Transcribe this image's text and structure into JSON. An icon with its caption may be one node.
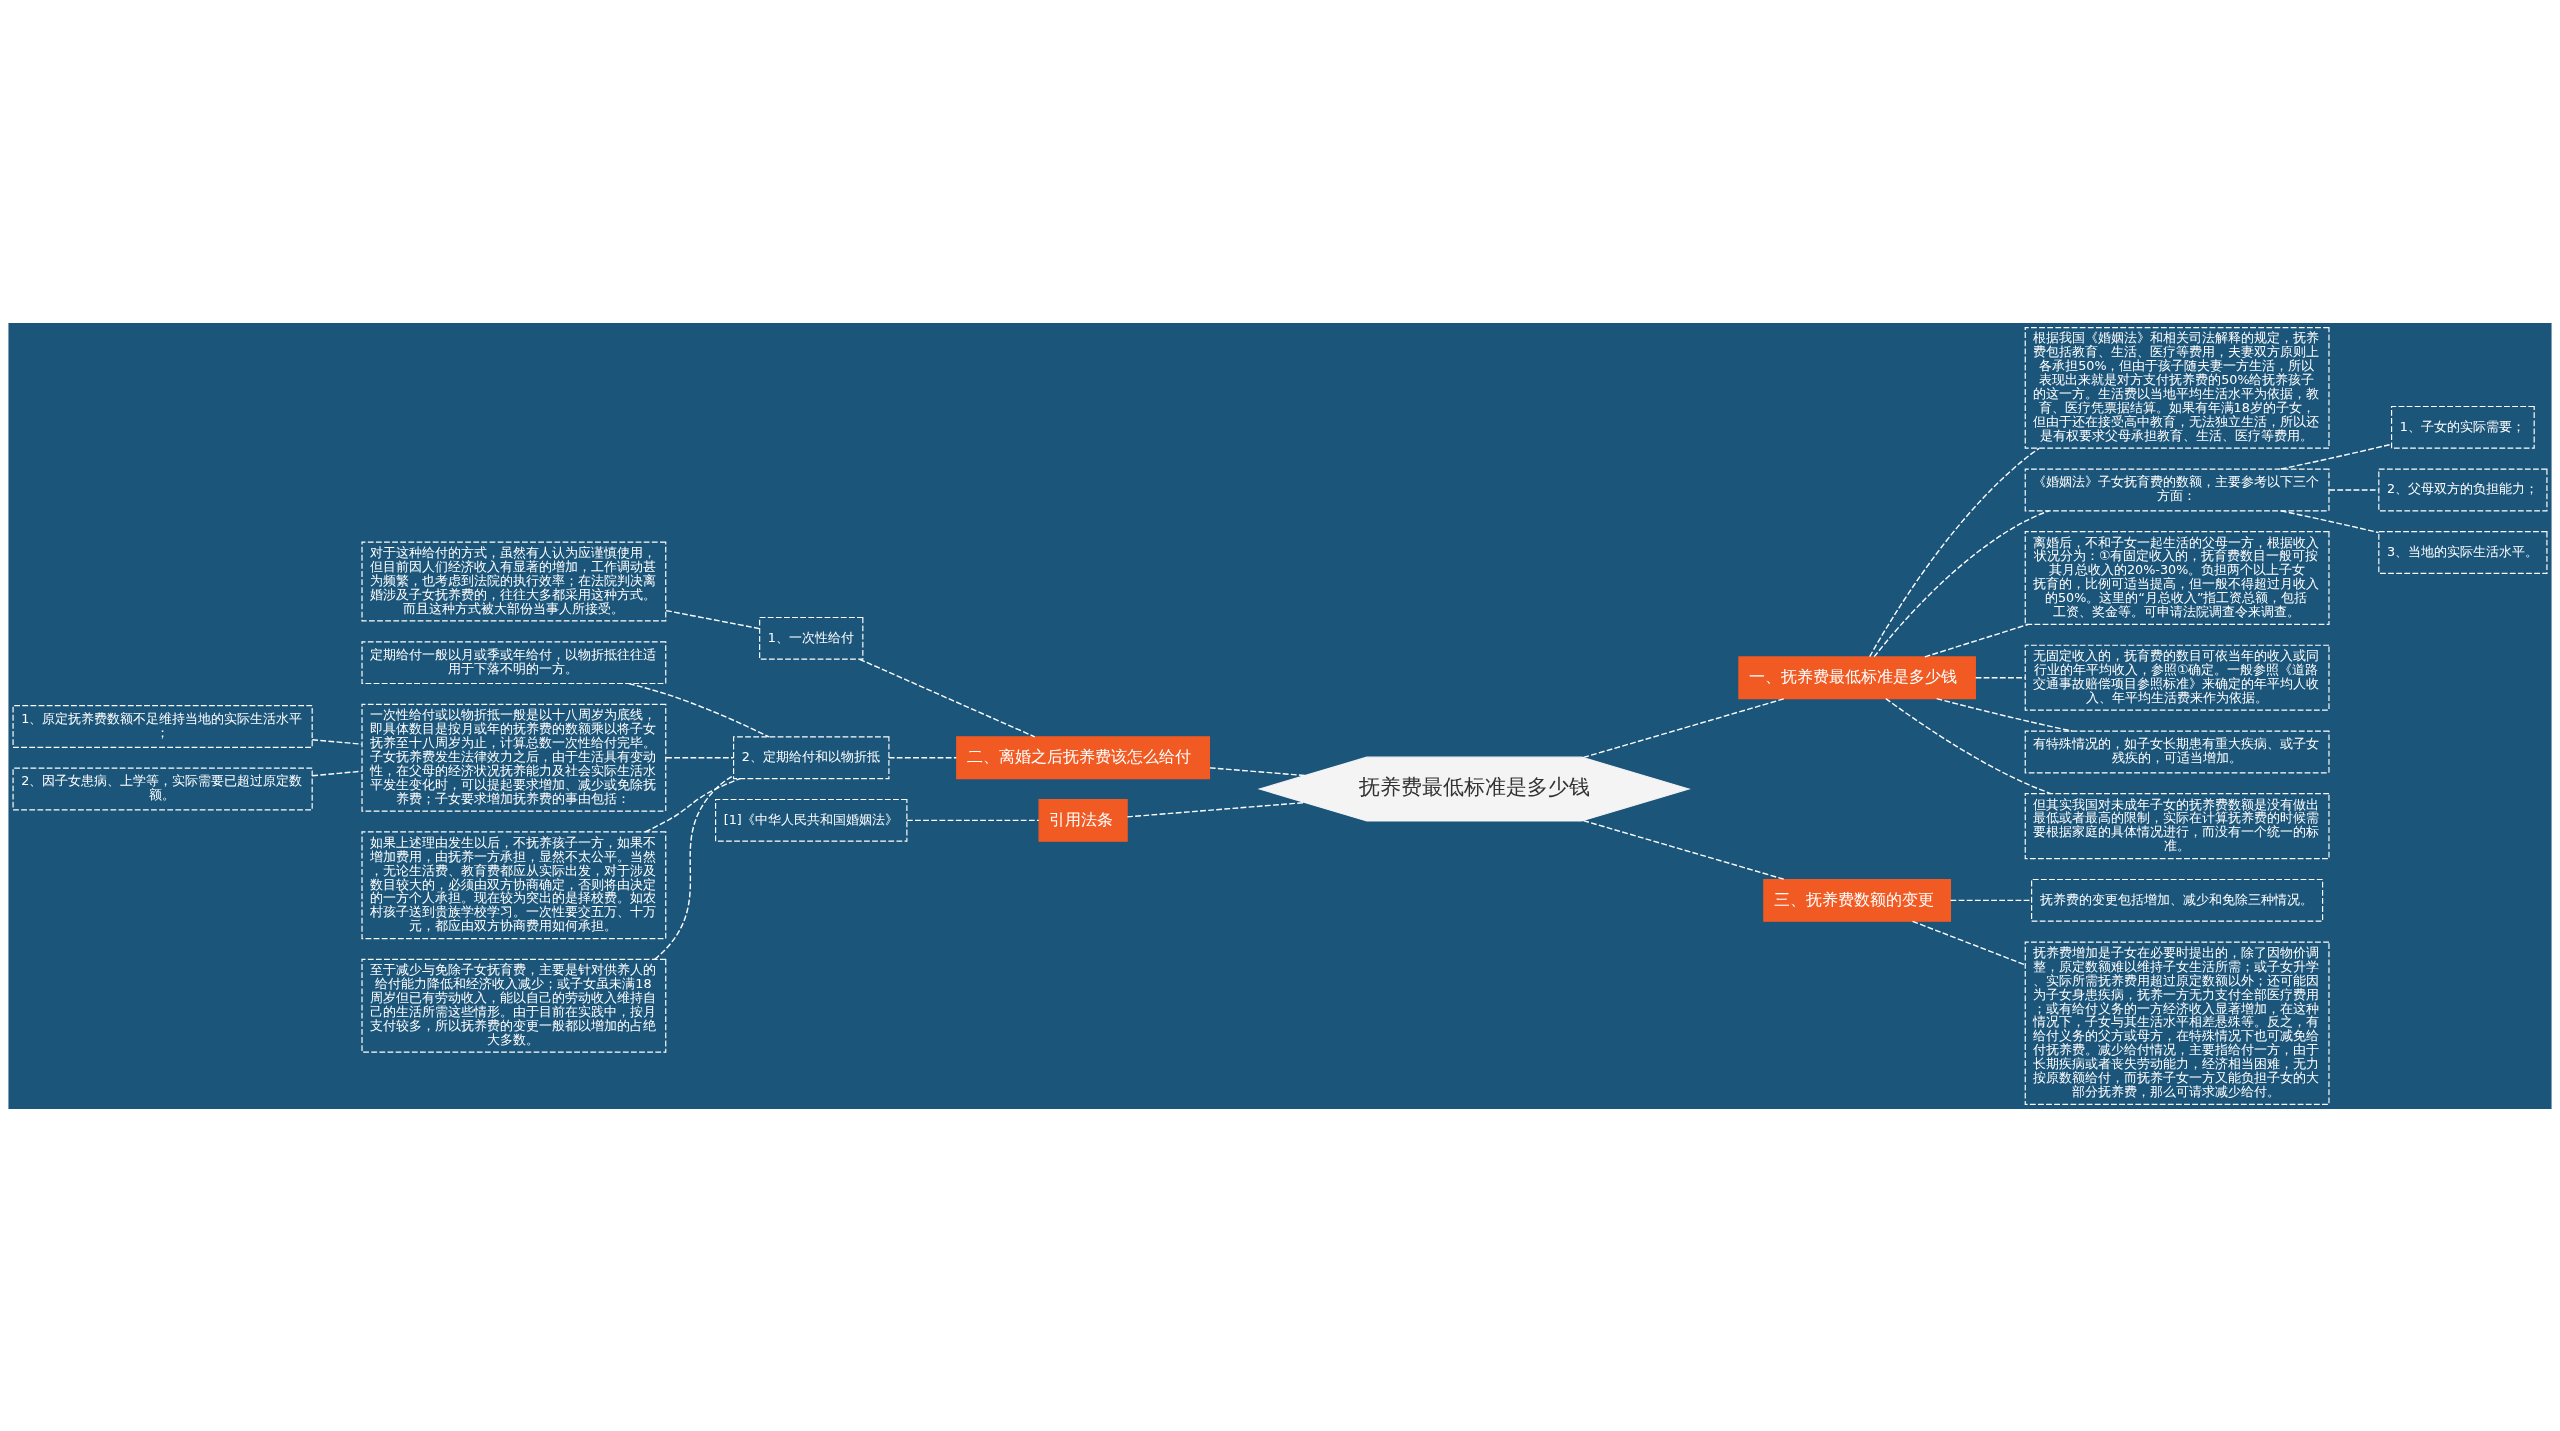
{
  "diagram": {
    "nodes": [
      {
        "text": [
          "抚养费最低标准是多少钱"
        ]
      },
      {
        "text": [
          "一、抚养费最低标准是多少钱"
        ]
      },
      {
        "text": [
          "根据我国《婚姻法》和相关司法解释的规定，抚养费包括教育、生活、医疗等费用，夫妻双方原则上各承担50%，但由于孩子随夫妻一方生活，所以表现出来就是对方支付抚养费的50%给抚养孩子的这一方。生活费以当地平均生活水平为依据，教育、医疗凭票据结算。如果有年满18岁的子女，但由于还在接受高中教育，无法独立生活，所以还是有权要求父母承担教育、生活、医疗等费用。"
        ]
      },
      {
        "text": [
          "《婚姻法》子女抚育费的数额，主要参考以下三个方面："
        ]
      },
      {
        "text": [
          "1、子女的实际需要；"
        ]
      },
      {
        "text": [
          "2、父母双方的负担能力；"
        ]
      },
      {
        "text": [
          "3、当地的实际生活水平。"
        ]
      },
      {
        "text": [
          "离婚后，不和子女一起生活的父母一方，根据收入状况分为：①有固定收入的，抚育费数目一般可按其月总收入的20%-30%。负担两个以上子女抚育的，比例可适当提高，但一般不得超过月收入的50%。这里的“月总收入”指工资总额，包括工资、奖金等。可申请法院调查令来调查。"
        ]
      },
      {
        "text": [
          "无固定收入的，抚育费的数目可依当年的收入或同行业的年平均收入，参照①确定。一般参照《道路交通事故赔偿项目参照标准》来确定的年平均人收入、年平均生活费来作为依据。"
        ]
      },
      {
        "text": [
          "有特殊情况的，如子女长期患有重大疾病、或子女残疾的，可适当增加。"
        ]
      },
      {
        "text": [
          "但其实我国对未成年子女的抚养费数额是没有做出最低或者最高的限制，实际在计算抚养费的时候需要根据家庭的具体情况进行，而没有一个统一的标准。"
        ]
      },
      {
        "text": [
          "三、抚养费数额的变更"
        ]
      },
      {
        "text": [
          "抚养费的变更包括增加、减少和免除三种情况。"
        ]
      },
      {
        "text": [
          "抚养费增加是子女在必要时提出的，除了因物价调整，原定数额难以维持子女生活所需；或子女升学、实际所需抚养费用超过原定数额以外；还可能因为子女身患疾病，抚养一方无力支付全部医疗费用；或有给付义务的一方经济收入显著增加，在这种情况下，子女与其生活水平相差悬殊等。反之，有给付义务的父方或母方，在特殊情况下也可减免给付抚养费。减少给付情况，主要指给付一方，由于长期疾病或者丧失劳动能力，经济相当困难，无力按原数额给付，而抚养子女一方又能负担子女的大部分抚养费，那么可请求减少给付。"
        ]
      },
      {
        "text": [
          "二、离婚之后抚养费该怎么给付"
        ]
      },
      {
        "text": [
          "1、一次性给付"
        ]
      },
      {
        "text": [
          "对于这种给付的方式，虽然有人认为应谨慎使用，但目前因人们经济收入有显著的增加，工作调动甚为频繁，也考虑到法院的执行效率；在法院判决离婚涉及子女抚养费的，往往大多都采用这种方式。而且这种方式被大部份当事人所接受。"
        ]
      },
      {
        "text": [
          "2、定期给付和以物折抵"
        ]
      },
      {
        "text": [
          "定期给付一般以月或季或年给付，以物折抵往往适用于下落不明的一方。"
        ]
      },
      {
        "text": [
          "一次性给付或以物折抵一般是以十八周岁为底线，即具体数目是按月或年的抚养费的数额乘以将子女抚养至十八周岁为止，计算总数一次性给付完毕。子女抚养费发生法律效力之后，由于生活具有变动性，在父母的经济状况抚养能力及社会实际生活水平发生变化时，可以提起要求增加、减少或免除抚养费；子女要求增加抚养费的事由包括："
        ]
      },
      {
        "text": [
          "1、原定抚养费数额不足维持当地的实际生活水平；"
        ]
      },
      {
        "text": [
          "2、因子女患病、上学等，实际需要已超过原定数额。"
        ]
      },
      {
        "text": [
          "如果上述理由发生以后，不抚养孩子一方，如果不增加费用，由抚养一方承担，显然不太公平。当然，无论生活费、教育费都应从实际出发，对于涉及数目较大的，必须由双方协商确定，否则将由决定的一方个人承担。现在较为突出的是择校费。如农村孩子送到贵族学校学习。一次性要交五万、十万元，都应由双方协商费用如何承担。"
        ]
      },
      {
        "text": [
          "至于减少与免除子女抚育费，主要是针对供养人的给付能力降低和经济收入减少；或子女虽未满18周岁但已有劳动收入，能以自己的劳动收入维持自己的生活所需这些情形。由于目前在实践中，按月支付较多，所以抚养费的变更一般都以增加的占绝大多数。"
        ]
      },
      {
        "text": [
          "引用法条"
        ]
      },
      {
        "text": [
          "[1]《中华人民共和国婚姻法》"
        ]
      }
    ],
    "edges": [
      {
        "from": 0,
        "to": 1,
        "arrow": "none"
      },
      {
        "from": 1,
        "to": 2,
        "arrow": "none"
      },
      {
        "from": 1,
        "to": 3,
        "arrow": "none"
      },
      {
        "from": 3,
        "to": 4,
        "arrow": "none"
      },
      {
        "from": 3,
        "to": 5,
        "arrow": "none"
      },
      {
        "from": 3,
        "to": 6,
        "arrow": "none"
      },
      {
        "from": 1,
        "to": 7,
        "arrow": "none"
      },
      {
        "from": 1,
        "to": 8,
        "arrow": "none"
      },
      {
        "from": 1,
        "to": 9,
        "arrow": "none"
      },
      {
        "from": 1,
        "to": 10,
        "arrow": "none"
      },
      {
        "from": 0,
        "to": 11,
        "arrow": "none"
      },
      {
        "from": 11,
        "to": 12,
        "arrow": "none"
      },
      {
        "from": 11,
        "to": 13,
        "arrow": "none"
      },
      {
        "from": 0,
        "to": 14,
        "arrow": "none"
      },
      {
        "from": 14,
        "to": 15,
        "arrow": "none"
      },
      {
        "from": 15,
        "to": 16,
        "arrow": "none"
      },
      {
        "from": 14,
        "to": 17,
        "arrow": "none"
      },
      {
        "from": 17,
        "to": 18,
        "arrow": "none"
      },
      {
        "from": 17,
        "to": 19,
        "arrow": "none"
      },
      {
        "from": 19,
        "to": 20,
        "arrow": "none"
      },
      {
        "from": 19,
        "to": 21,
        "arrow": "none"
      },
      {
        "from": 17,
        "to": 22,
        "arrow": "none"
      },
      {
        "from": 17,
        "to": 23,
        "arrow": "none"
      },
      {
        "from": 0,
        "to": 24,
        "arrow": "none"
      },
      {
        "from": 24,
        "to": 25,
        "arrow": "none"
      }
    ]
  }
}
